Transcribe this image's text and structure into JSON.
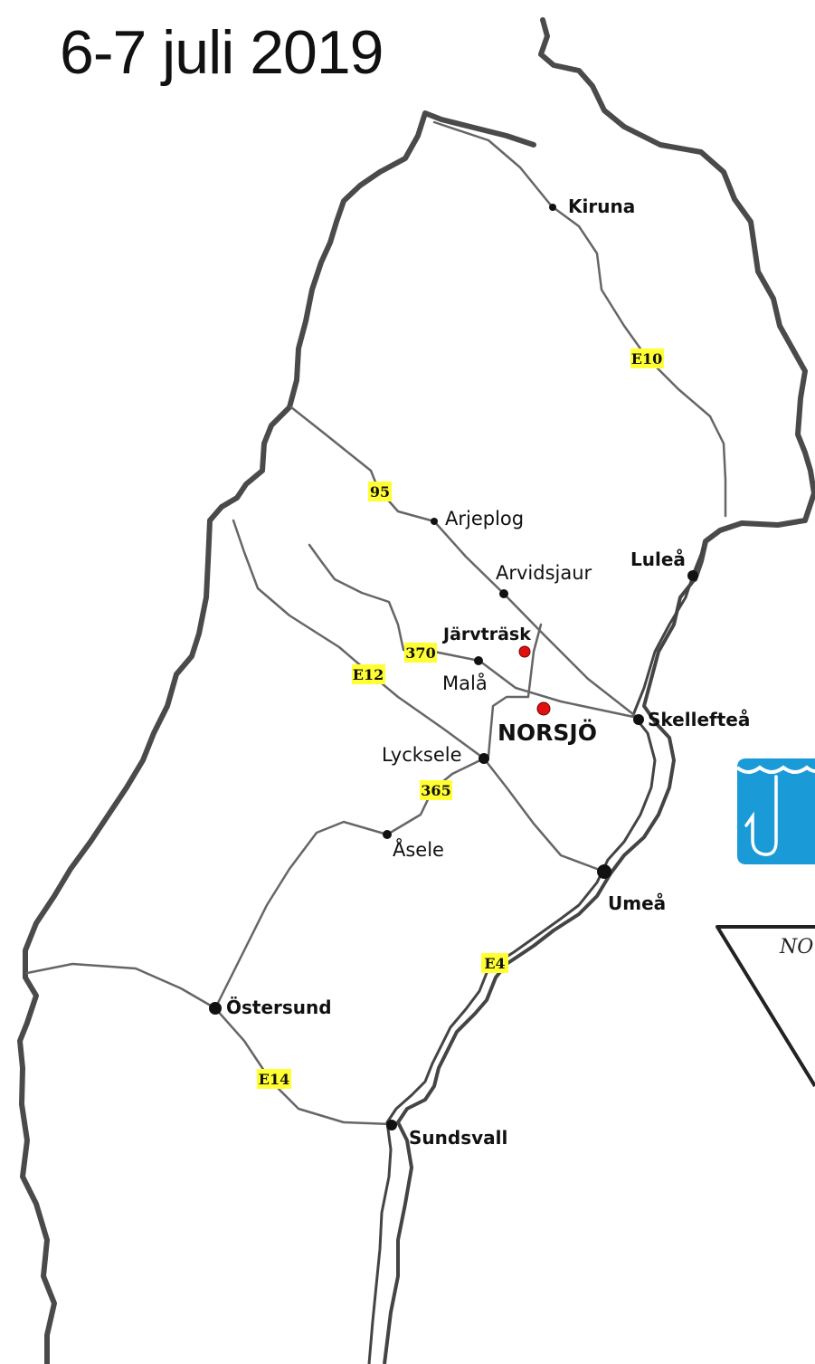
{
  "title": "6-7 juli 2019",
  "map": {
    "towns": {
      "kiruna": "Kiruna",
      "arjeplog": "Arjeplog",
      "arvidsjaur": "Arvidsjaur",
      "lulea": "Luleå",
      "jarvtrask": "Järvträsk",
      "mala": "Malå",
      "norsjo": "NORSJÖ",
      "skelleftea": "Skellefteå",
      "lycksele": "Lycksele",
      "asele": "Åsele",
      "umea": "Umeå",
      "ostersund": "Östersund",
      "sundsvall": "Sundsvall"
    },
    "roads": {
      "e10": "E10",
      "r95": "95",
      "r370": "370",
      "e12": "E12",
      "r365": "365",
      "e4": "E4",
      "e14": "E14"
    },
    "logo_text": "NO",
    "colors": {
      "border": "#444444",
      "road": "#666666",
      "shield": "#ffff33",
      "highlight_dot": "#e01010",
      "logo_blue": "#1a9ad6"
    }
  }
}
